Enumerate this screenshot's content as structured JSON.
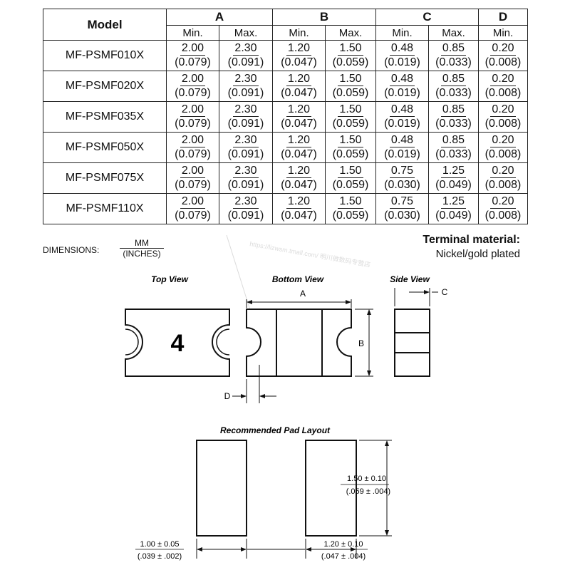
{
  "table": {
    "headers": {
      "model": "Model",
      "groups": [
        "A",
        "B",
        "C",
        "D"
      ]
    },
    "subheaders": [
      "Min.",
      "Max.",
      "Min.",
      "Max.",
      "Min.",
      "Max.",
      "Min."
    ],
    "rows": [
      {
        "model": "MF-PSMF010X",
        "cells": [
          [
            "2.00",
            "(0.079)"
          ],
          [
            "2.30",
            "(0.091)"
          ],
          [
            "1.20",
            "(0.047)"
          ],
          [
            "1.50",
            "(0.059)"
          ],
          [
            "0.48",
            "(0.019)"
          ],
          [
            "0.85",
            "(0.033)"
          ],
          [
            "0.20",
            "(0.008)"
          ]
        ]
      },
      {
        "model": "MF-PSMF020X",
        "cells": [
          [
            "2.00",
            "(0.079)"
          ],
          [
            "2.30",
            "(0.091)"
          ],
          [
            "1.20",
            "(0.047)"
          ],
          [
            "1.50",
            "(0.059)"
          ],
          [
            "0.48",
            "(0.019)"
          ],
          [
            "0.85",
            "(0.033)"
          ],
          [
            "0.20",
            "(0.008)"
          ]
        ]
      },
      {
        "model": "MF-PSMF035X",
        "cells": [
          [
            "2.00",
            "(0.079)"
          ],
          [
            "2.30",
            "(0.091)"
          ],
          [
            "1.20",
            "(0.047)"
          ],
          [
            "1.50",
            "(0.059)"
          ],
          [
            "0.48",
            "(0.019)"
          ],
          [
            "0.85",
            "(0.033)"
          ],
          [
            "0.20",
            "(0.008)"
          ]
        ]
      },
      {
        "model": "MF-PSMF050X",
        "cells": [
          [
            "2.00",
            "(0.079)"
          ],
          [
            "2.30",
            "(0.091)"
          ],
          [
            "1.20",
            "(0.047)"
          ],
          [
            "1.50",
            "(0.059)"
          ],
          [
            "0.48",
            "(0.019)"
          ],
          [
            "0.85",
            "(0.033)"
          ],
          [
            "0.20",
            "(0.008)"
          ]
        ]
      },
      {
        "model": "MF-PSMF075X",
        "cells": [
          [
            "2.00",
            "(0.079)"
          ],
          [
            "2.30",
            "(0.091)"
          ],
          [
            "1.20",
            "(0.047)"
          ],
          [
            "1.50",
            "(0.059)"
          ],
          [
            "0.75",
            "(0.030)"
          ],
          [
            "1.25",
            "(0.049)"
          ],
          [
            "0.20",
            "(0.008)"
          ]
        ]
      },
      {
        "model": "MF-PSMF110X",
        "cells": [
          [
            "2.00",
            "(0.079)"
          ],
          [
            "2.30",
            "(0.091)"
          ],
          [
            "1.20",
            "(0.047)"
          ],
          [
            "1.50",
            "(0.059)"
          ],
          [
            "0.75",
            "(0.030)"
          ],
          [
            "1.25",
            "(0.049)"
          ],
          [
            "0.20",
            "(0.008)"
          ]
        ]
      }
    ]
  },
  "dimensions": {
    "label": "DIMENSIONS:",
    "unit_top": "MM",
    "unit_bottom": "(INCHES)"
  },
  "terminal": {
    "heading": "Terminal material:",
    "value": "Nickel/gold plated"
  },
  "views": {
    "top": "Top View",
    "bottom": "Bottom View",
    "side": "Side View",
    "marking": "4",
    "labels": {
      "a": "A",
      "b": "B",
      "c": "C",
      "d": "D"
    }
  },
  "pad_layout": {
    "title": "Recommended Pad Layout",
    "height_mm": "1.50 ± 0.10",
    "height_in": "(.059 ± .004)",
    "gap_mm": "1.00 ± 0.05",
    "gap_in": "(.039 ± .002)",
    "width_mm": "1.20 ± 0.10",
    "width_in": "(.047 ± .004)"
  },
  "watermark": "https://lizwsm.tmall.com/ 明川微数码专营店"
}
